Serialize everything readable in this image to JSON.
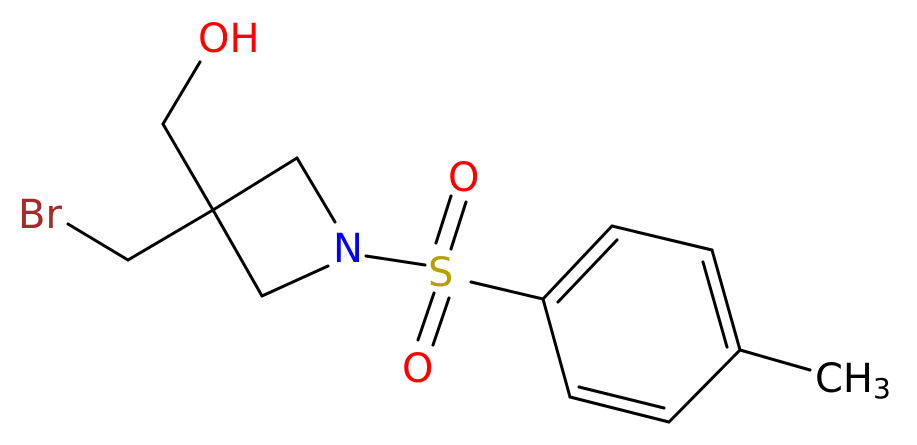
{
  "atoms": {
    "hydroxyl": {
      "text": "OH",
      "color": "#ff0000"
    },
    "bromine": {
      "text": "Br",
      "color": "#a52a2a"
    },
    "nitrogen": {
      "text": "N",
      "color": "#0000ff"
    },
    "sulfur": {
      "text": "S",
      "color": "#b8a000"
    },
    "oxygen_top": {
      "text": "O",
      "color": "#ff0000"
    },
    "oxygen_bottom": {
      "text": "O",
      "color": "#ff0000"
    },
    "methyl": {
      "text": "CH",
      "subscript": "3",
      "color": "#000000"
    }
  },
  "colors": {
    "bond": "#000000"
  }
}
